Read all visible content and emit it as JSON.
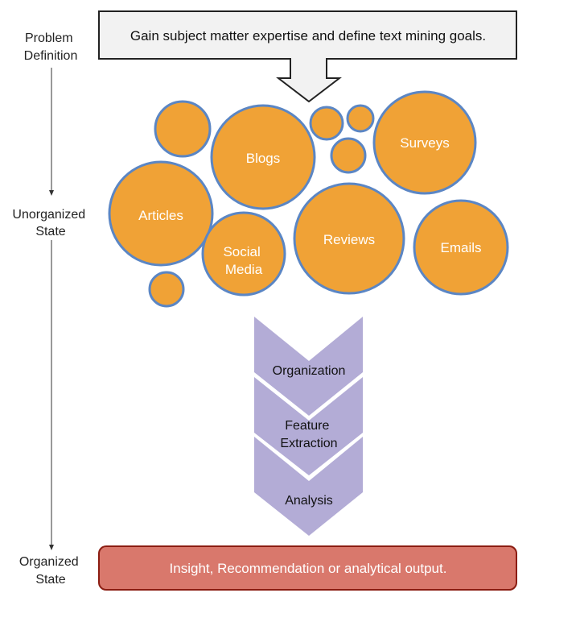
{
  "stages": {
    "problem_definition": [
      "Problem",
      "Definition"
    ],
    "unorganized_state": [
      "Unorganized",
      "State"
    ],
    "organized_state": [
      "Organized",
      "State"
    ]
  },
  "goal_box": "Gain subject matter expertise and define text mining goals.",
  "sources": {
    "blogs": "Blogs",
    "surveys": "Surveys",
    "articles": "Articles",
    "social_media": [
      "Social",
      "Media"
    ],
    "reviews": "Reviews",
    "emails": "Emails"
  },
  "process_steps": {
    "organization": "Organization",
    "feature_extraction": [
      "Feature",
      "Extraction"
    ],
    "analysis": "Analysis"
  },
  "output_box": "Insight, Recommendation or analytical output.",
  "colors": {
    "bubble_fill": "#f0a236",
    "bubble_stroke": "#5b86c4",
    "chevron_fill": "#b3acd6",
    "output_fill": "#d9786c",
    "output_stroke": "#8b1d12",
    "goal_fill": "#f2f2f2"
  }
}
